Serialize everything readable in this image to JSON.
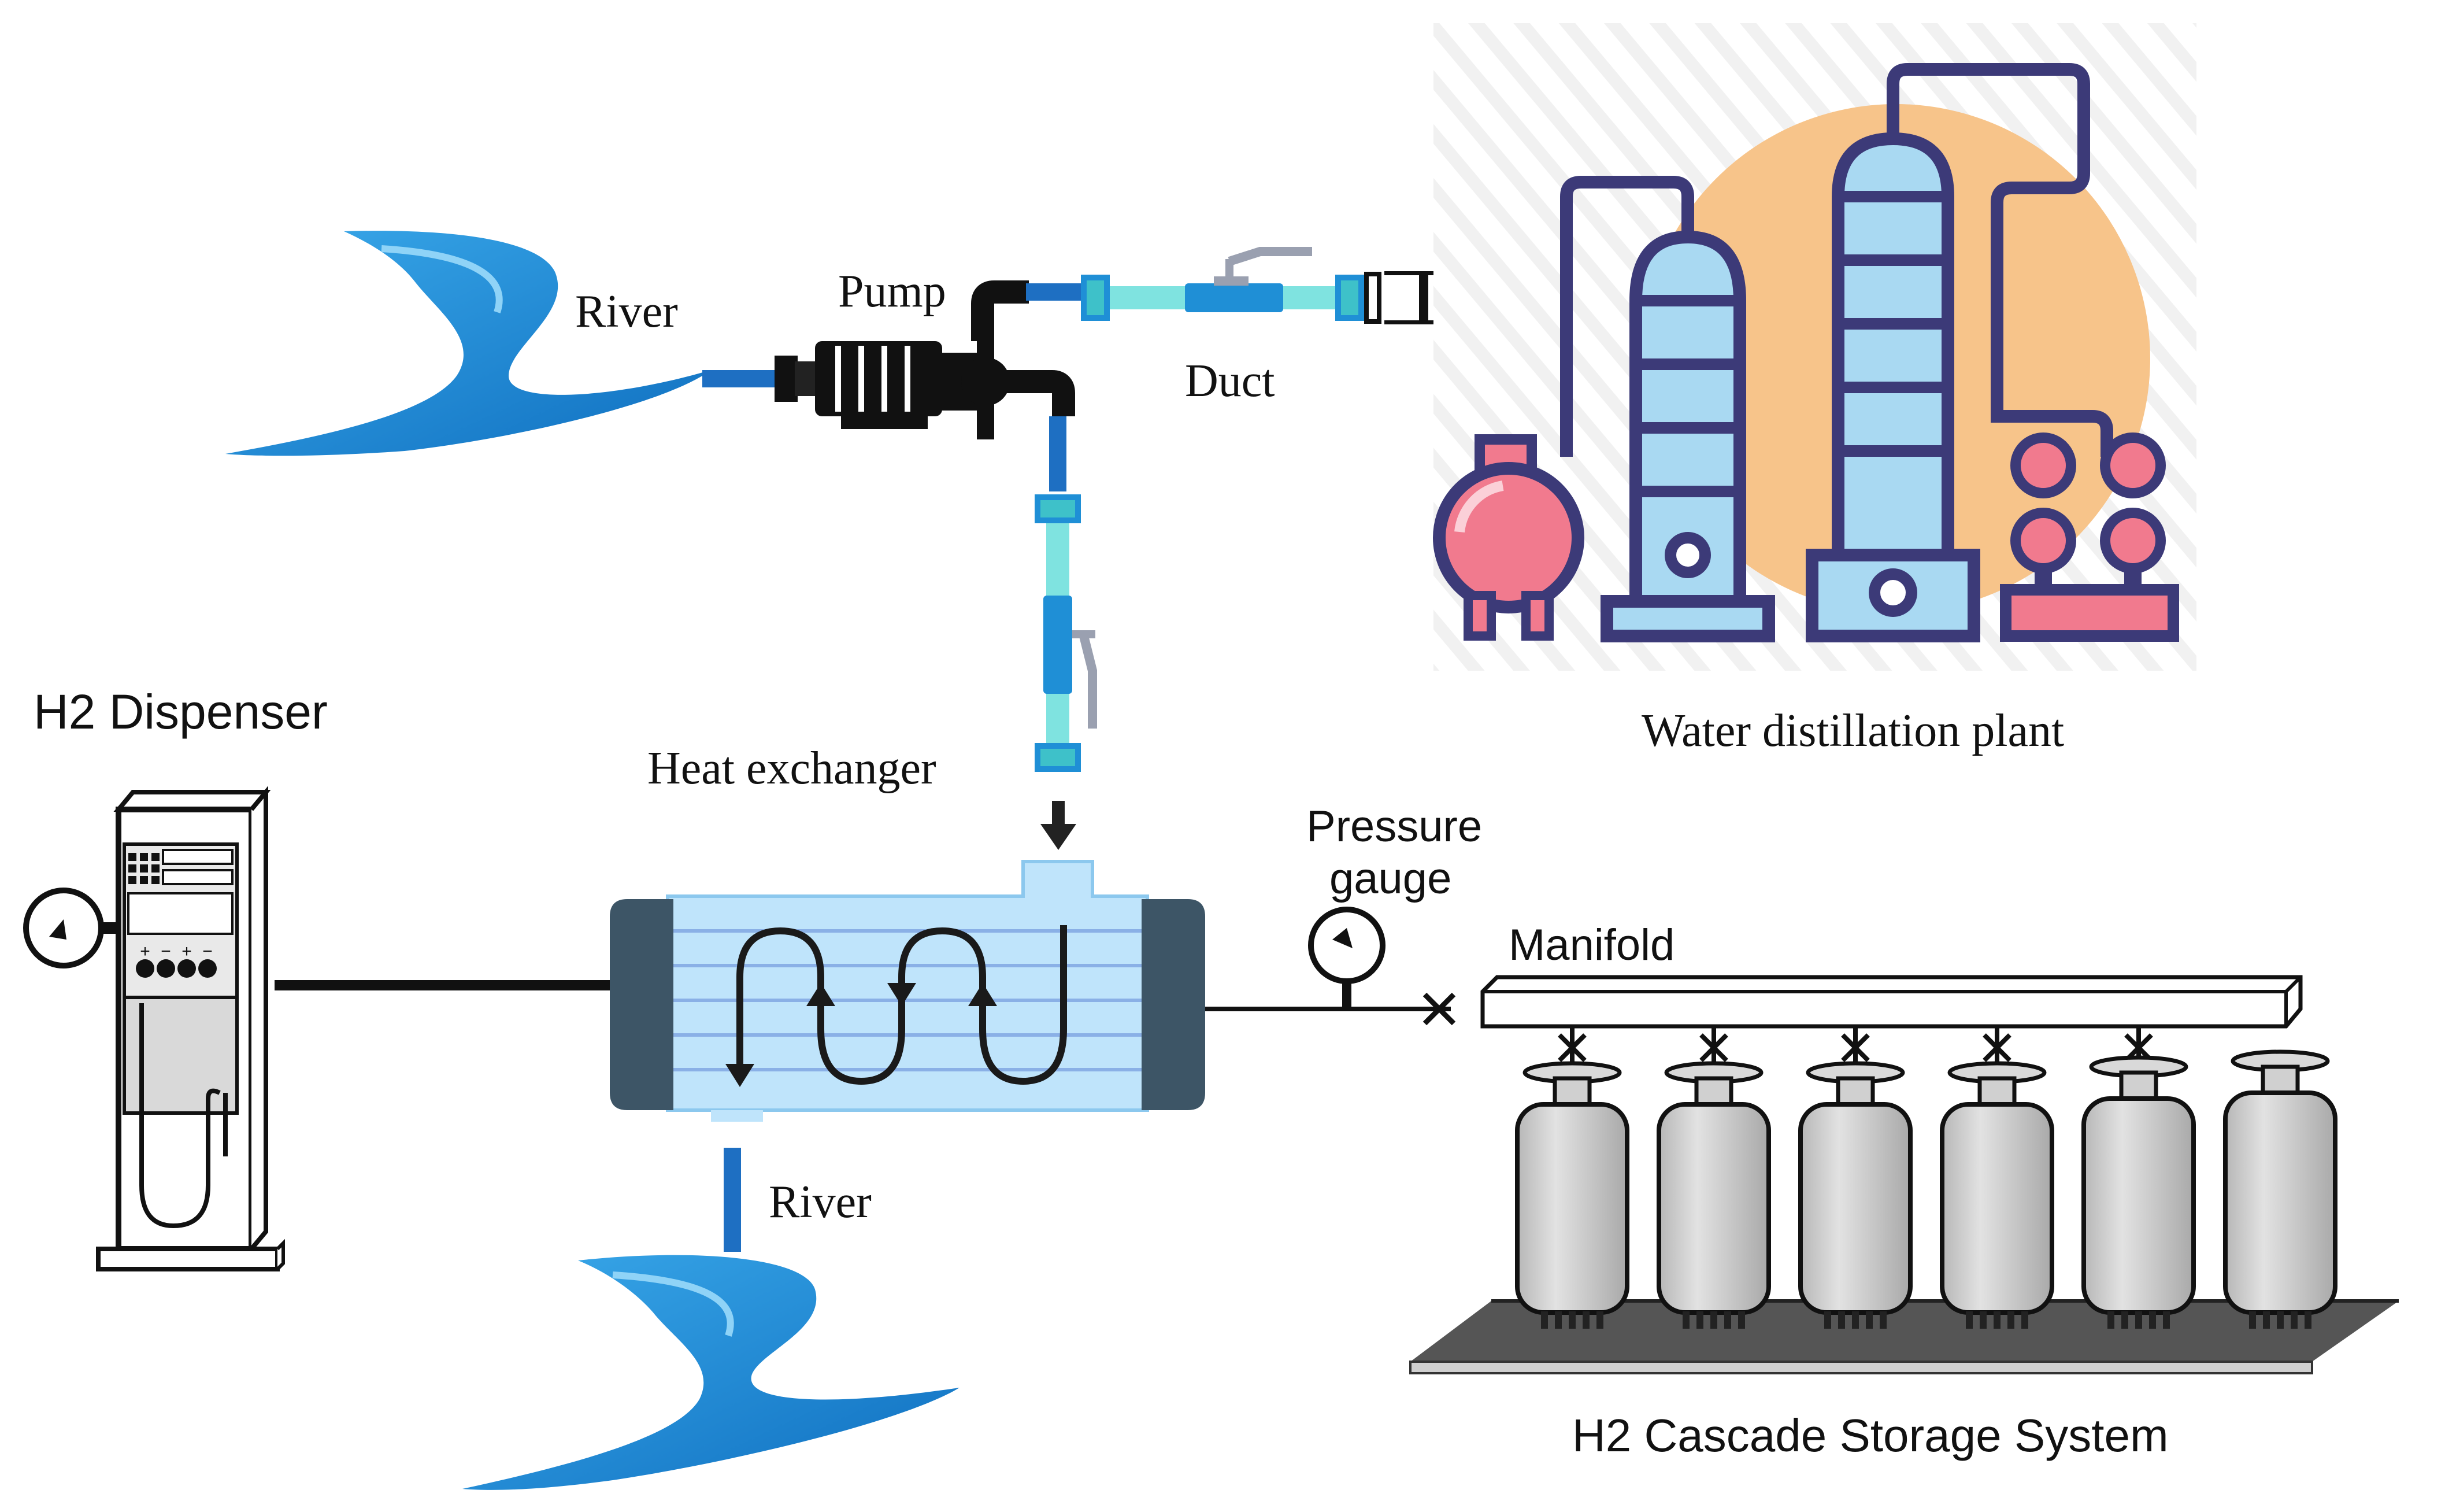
{
  "labels": {
    "river_top": "River",
    "pump": "Pump",
    "duct": "Duct",
    "water_distillation_plant": "Water distillation plant",
    "h2_dispenser": "H2 Dispenser",
    "heat_exchanger": "Heat exchanger",
    "pressure_gauge_line1": "Pressure",
    "pressure_gauge_line2": "gauge",
    "manifold": "Manifold",
    "river_bottom": "River",
    "h2_cascade_storage": "H2 Cascade Storage System"
  },
  "dispenser_buttons": [
    "+",
    "−",
    "+",
    "−"
  ],
  "colors": {
    "water_blue": "#1f8fd6",
    "pipe_blue": "#1e6fc2",
    "pipe_cyan": "#7fe3e0",
    "exchanger_body": "#bfe4fb",
    "exchanger_caps": "#3d5566",
    "plant_purple": "#3c3a78",
    "plant_orange": "#f7c48a",
    "plant_pink": "#f17a8e",
    "column_blue": "#a9d9f2",
    "cylinder_gray": "#c8c8c8",
    "outline": "#111111"
  },
  "icons": {
    "pump": "pump-icon",
    "valve": "valve-icon",
    "gauge": "pressure-gauge-icon",
    "closed_valve_marker": "x-valve-icon",
    "cylinder": "gas-cylinder-icon"
  },
  "cylinder_count": 6
}
